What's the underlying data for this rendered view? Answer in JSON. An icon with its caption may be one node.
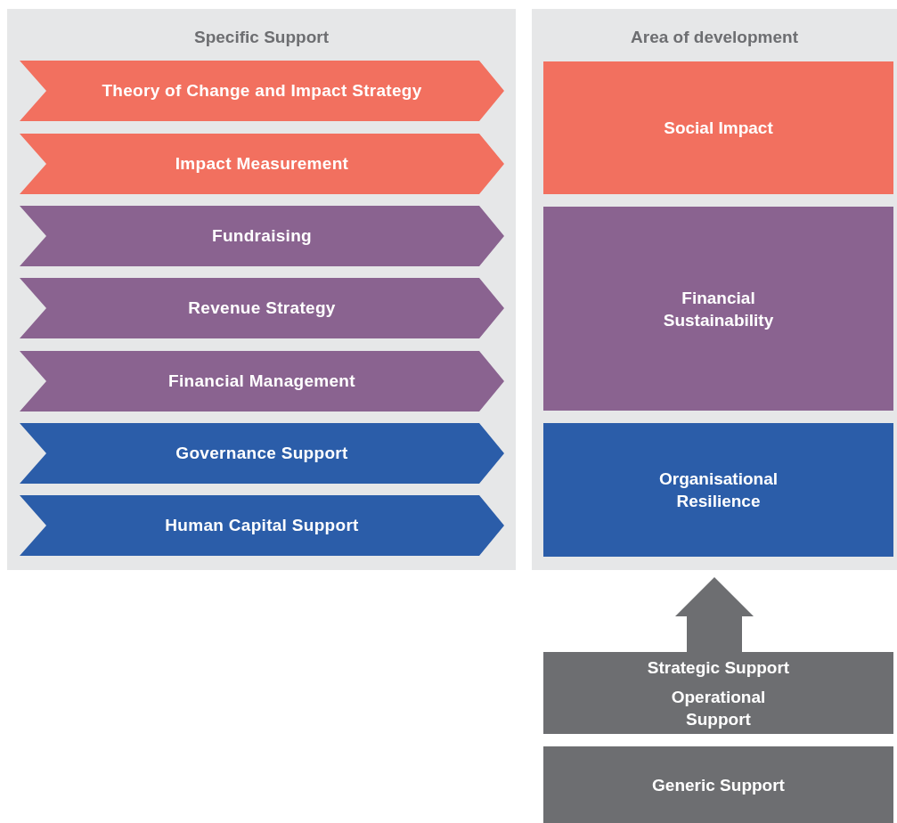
{
  "diagram": {
    "nodes": [
      {
        "text": [
          "Specific Support"
        ]
      },
      {
        "text": [
          "Theory of Change and Impact Strategy"
        ],
        "in": 0
      },
      {
        "text": [
          "Impact Measurement"
        ],
        "in": 0
      },
      {
        "text": [
          "Fundraising"
        ],
        "in": 0
      },
      {
        "text": [
          "Revenue Strategy"
        ],
        "in": 0
      },
      {
        "text": [
          "Financial Management"
        ],
        "in": 0
      },
      {
        "text": [
          "Governance Support"
        ],
        "in": 0
      },
      {
        "text": [
          "Human Capital Support"
        ],
        "in": 0
      },
      {
        "text": [
          "Area of development"
        ]
      },
      {
        "text": [
          "Social Impact"
        ],
        "in": 8
      },
      {
        "text": [
          "Financial Sustainability"
        ],
        "in": 8
      },
      {
        "text": [
          "Organisational Resilience"
        ],
        "in": 8
      },
      {
        "text": [
          "Strategic Support",
          "Operational Support"
        ]
      },
      {
        "text": [
          "Generic Support"
        ]
      }
    ],
    "edges": [
      {
        "from": 12,
        "to": 8,
        "arrow": "to"
      }
    ]
  }
}
